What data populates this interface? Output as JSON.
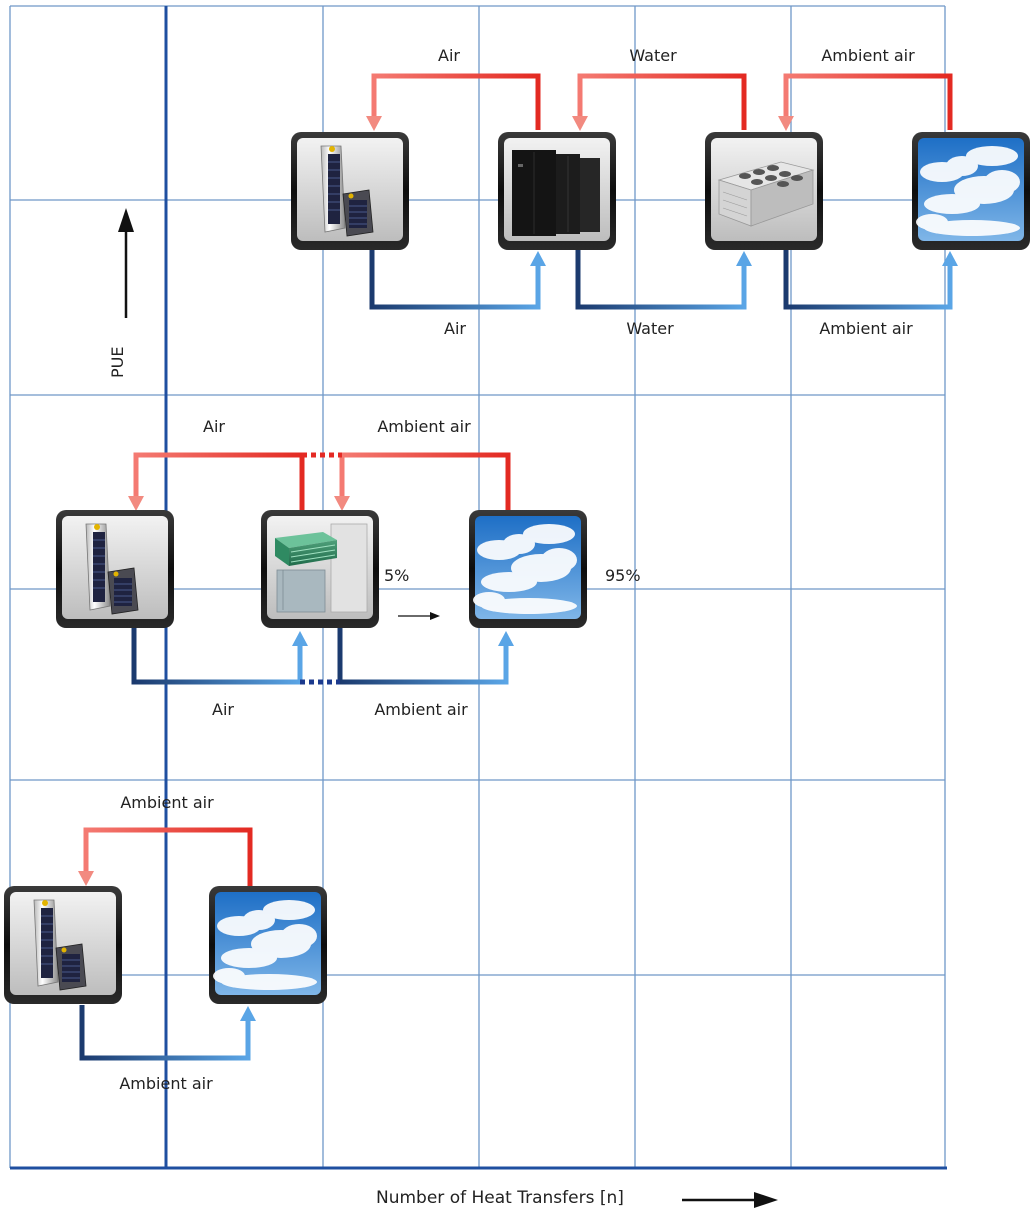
{
  "y_axis_label": "PUE",
  "x_axis_label": "Number of Heat Transfers [n]",
  "row1": {
    "top_labels": [
      "Air",
      "Water",
      "Ambient air"
    ],
    "bottom_labels": [
      "Air",
      "Water",
      "Ambient air"
    ]
  },
  "row2": {
    "top_labels": [
      "Air",
      "Ambient air"
    ],
    "bottom_labels": [
      "Air",
      "Ambient air"
    ],
    "pct_left": "5%",
    "pct_right": "95%"
  },
  "row3": {
    "top_label": "Ambient air",
    "bottom_label": "Ambient air"
  },
  "colors": {
    "grid": "#6f98c8",
    "axis": "#1f4fa0",
    "hot": "#e42a24",
    "hot_light": "#f28a80",
    "cold_dark": "#1b3a6e",
    "cold_light": "#5aa0df"
  },
  "icons": [
    "server-rack-icon",
    "crac-unit-icon",
    "chiller-icon",
    "sky-icon",
    "free-cooling-unit-icon"
  ]
}
